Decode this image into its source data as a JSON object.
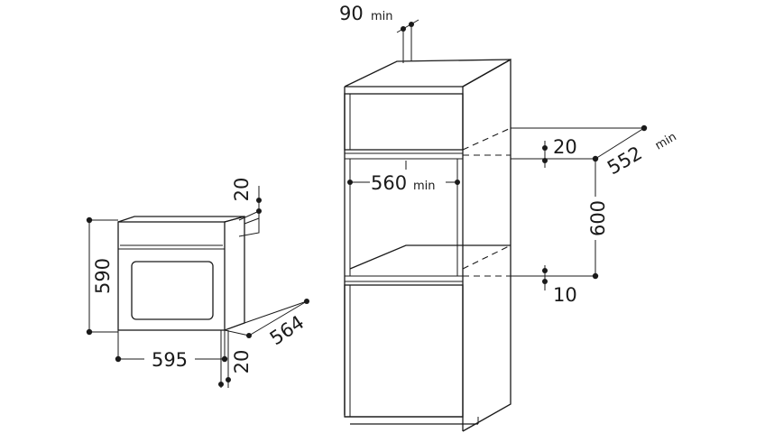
{
  "oven_dimensions": {
    "height": "590",
    "width": "595",
    "depth": "564",
    "top_offset": "20",
    "bottom_offset": "20"
  },
  "cabinet_dimensions": {
    "top_gap": "90",
    "top_gap_unit": "min",
    "niche_width": "560",
    "niche_width_unit": "min",
    "niche_depth": "552",
    "niche_depth_unit": "min",
    "upper_clearance": "20",
    "niche_height": "600",
    "lower_clearance": "10"
  },
  "colors": {
    "line": "#1a1a1a",
    "background": "#ffffff"
  }
}
